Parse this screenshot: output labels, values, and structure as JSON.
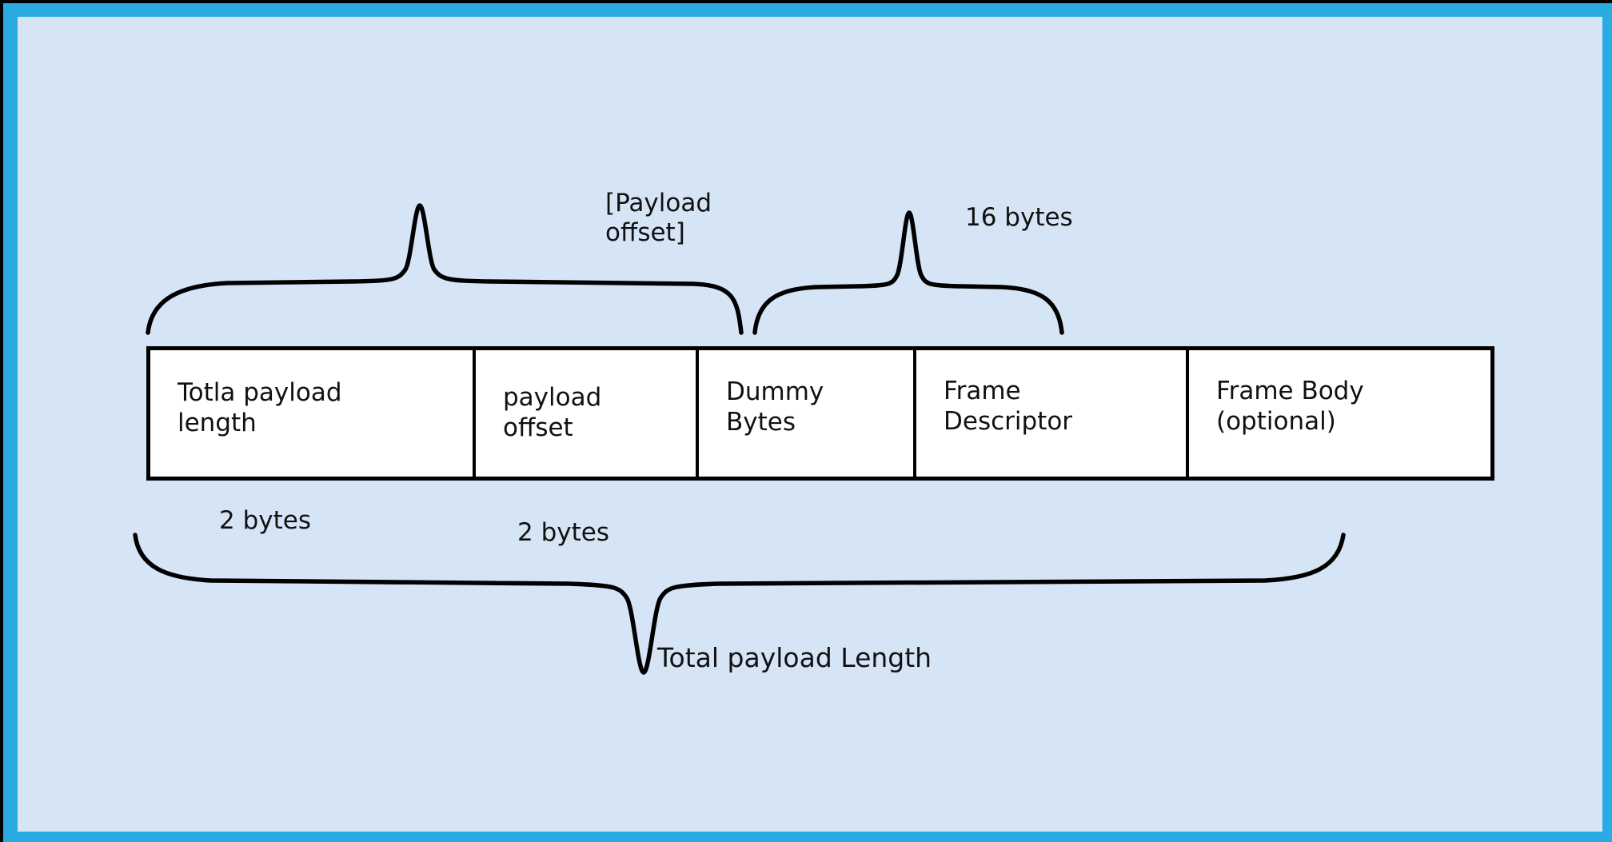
{
  "diagram": {
    "title": "Payload frame layout",
    "colors": {
      "frame_border": "#29abe2",
      "background": "#d6e5f5",
      "cell_background": "#ffffff",
      "line": "#000000"
    },
    "packet": {
      "name": "packet-structure-table",
      "fields": [
        {
          "label": "Totla payload\nlength",
          "name": "field-total-payload-length"
        },
        {
          "label": "payload\noffset",
          "name": "field-payload-offset"
        },
        {
          "label": "Dummy\nBytes",
          "name": "field-dummy-bytes"
        },
        {
          "label": "Frame\nDescriptor",
          "name": "field-frame-descriptor"
        },
        {
          "label": "Frame Body\n(optional)",
          "name": "field-frame-body"
        }
      ]
    },
    "annotations": {
      "top_brace_left_label": "[Payload\noffset]",
      "top_brace_right_label": "16 bytes",
      "bottom_label_left": "2 bytes",
      "bottom_label_middle": "2 bytes",
      "bottom_brace_label": "Total payload Length"
    }
  }
}
